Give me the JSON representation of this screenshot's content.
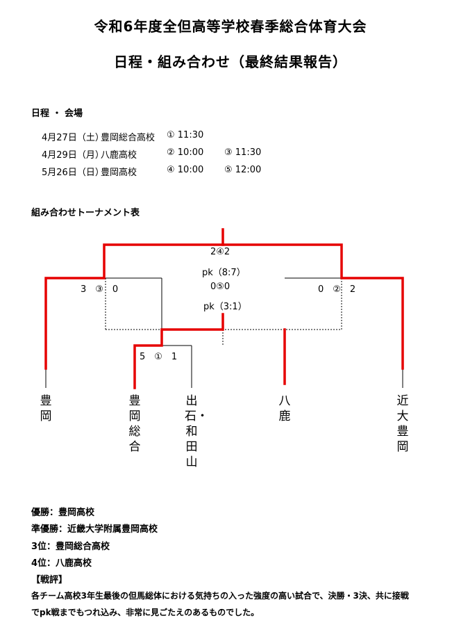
{
  "header": {
    "title": "令和6年度全但高等学校春季総合体育大会",
    "subtitle": "日程・組み合わせ（最終結果報告）"
  },
  "schedule": {
    "heading": "日程 ・ 会場",
    "rows": [
      {
        "date": "4月27日（土）",
        "venue": "豊岡総合高校",
        "slots": [
          "① 11:30"
        ]
      },
      {
        "date": "4月29日（月）",
        "venue": "八鹿高校",
        "slots": [
          "② 10:00",
          "③ 11:30"
        ]
      },
      {
        "date": "5月26日（日）",
        "venue": "豊岡高校",
        "slots": [
          "④ 10:00",
          "⑤ 12:00"
        ]
      }
    ]
  },
  "bracket": {
    "heading": "組み合わせトーナメント表",
    "scores": {
      "final": "2④2",
      "final_pk": "pk（8:7）",
      "third": "0⑤0",
      "third_pk": "pk（3:1）",
      "m3": "3　③　0",
      "m2": "0　②　2",
      "m1": "5　①　1"
    },
    "teams": [
      "豊岡",
      "豊岡総合",
      "出石・和田山",
      "八鹿",
      "近大豊岡"
    ],
    "colors": {
      "winner": "#e60000",
      "line": "#000000"
    }
  },
  "results": {
    "first": "優勝：豊岡高校",
    "second": "準優勝：近畿大学附属豊岡高校",
    "third": "3位：豊岡総合高校",
    "fourth": "4位：八鹿高校",
    "review_heading": "【戦評】",
    "review_line1": "各チーム高校3年生最後の但馬総体における気持ちの入った強度の高い試合で、決勝・3決、共に接戦",
    "review_line2": "でpk戦までもつれ込み、非常に見ごたえのあるものでした。"
  }
}
